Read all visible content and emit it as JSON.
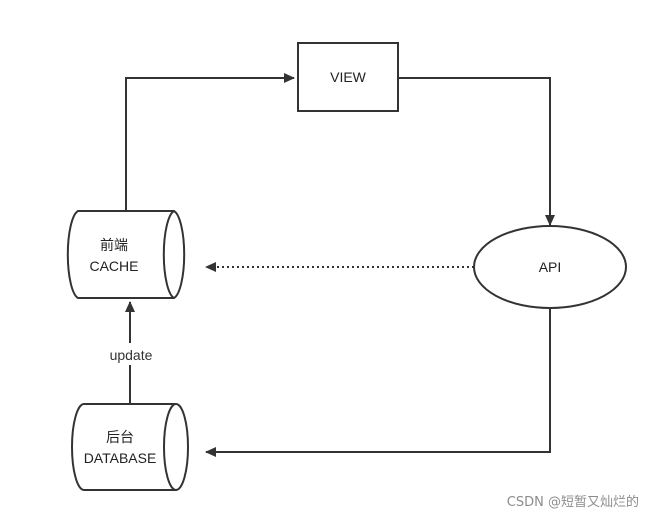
{
  "nodes": {
    "view": {
      "label": "VIEW"
    },
    "api": {
      "label": "API"
    },
    "cache": {
      "line1": "前端",
      "line2": "CACHE"
    },
    "database": {
      "line1": "后台",
      "line2": "DATABASE"
    }
  },
  "edges": {
    "database_to_cache": {
      "label": "update"
    }
  },
  "colors": {
    "stroke": "#333333",
    "text": "#222222",
    "watermark": "#8c8c8c"
  },
  "watermark": "CSDN @短暂又灿烂的"
}
